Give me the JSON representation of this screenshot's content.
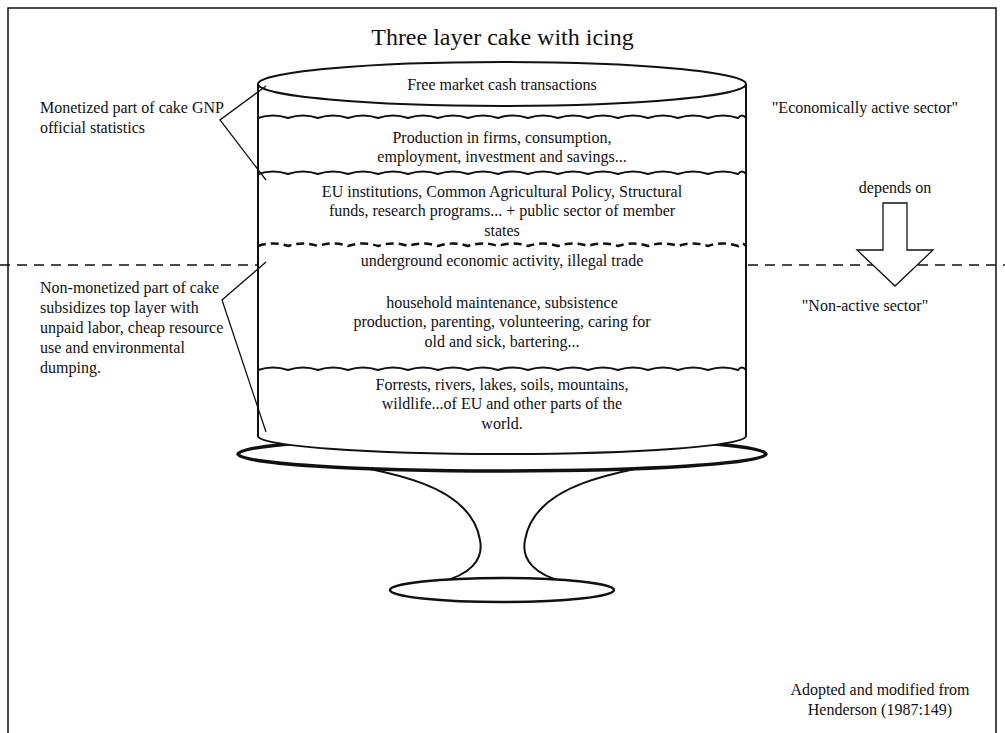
{
  "diagram": {
    "title": "Three layer cake with icing",
    "nodes": [
      {
        "text": [
          "Free market cash transactions"
        ]
      },
      {
        "text": [
          "Production in firms, consumption, employment, investment and savings..."
        ]
      },
      {
        "text": [
          "EU institutions, Common Agricultural Policy, Structural funds, research programs... + public sector of member states"
        ]
      },
      {
        "text": [
          "underground economic activity, illegal trade"
        ]
      },
      {
        "text": [
          "household maintenance, subsistence production, parenting, volunteering, caring for old and sick, bartering..."
        ]
      },
      {
        "text": [
          "Forrests, rivers, lakes, soils, mountains, wildlife...of EU and other parts of the world."
        ]
      }
    ],
    "labels": [
      "Monetized part of cake GNP official statistics",
      "\"Economically active sector\"",
      "depends on",
      "Non-monetized part of cake subsidizes top layer with unpaid labor, cheap resource use and environmental dumping.",
      "\"Non-active sector\"",
      "Adopted and modified from Henderson (1987:149)"
    ]
  }
}
